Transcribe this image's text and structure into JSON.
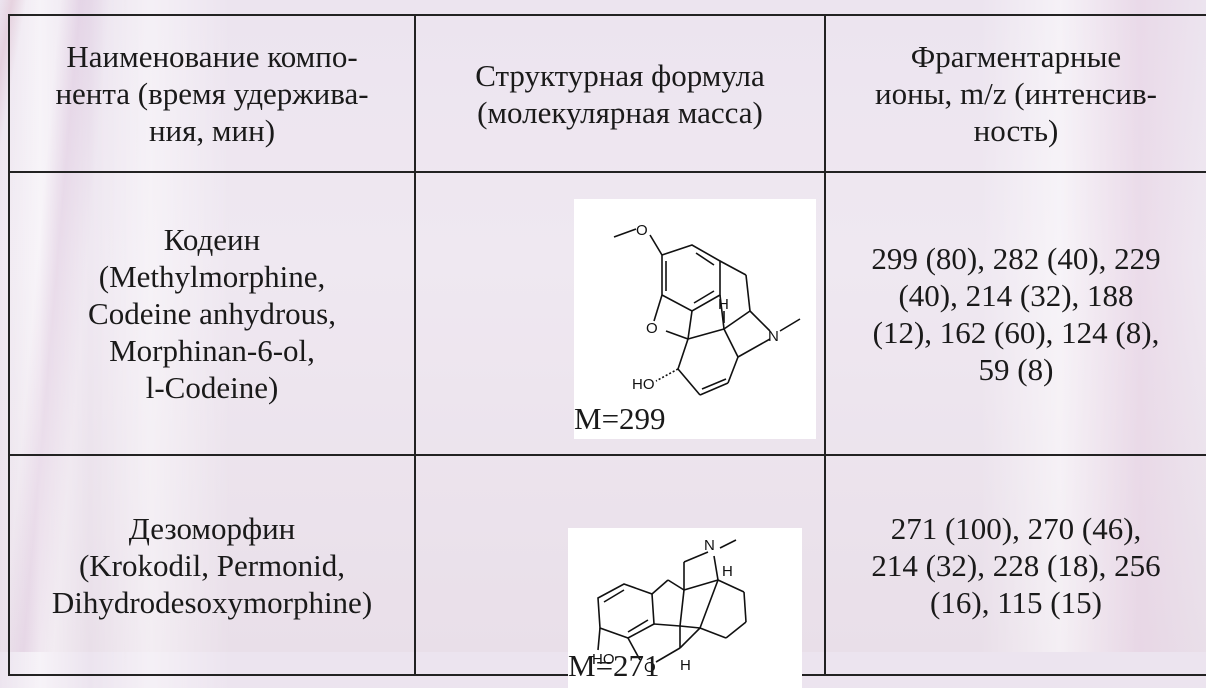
{
  "table": {
    "headers": [
      [
        "Наименование компо-",
        "нента (время удержива-",
        "ния, мин)"
      ],
      [
        "Структурная формула",
        "(молекулярная масса)"
      ],
      [
        "Фрагментарные",
        "ионы, m/z (интенсив-",
        "ность)"
      ]
    ],
    "rows": [
      {
        "name_lines": [
          "Кодеин",
          "(Methylmorphine,",
          "Codeine anhydrous,",
          "Morphinan-6-ol,",
          "l-Codeine)"
        ],
        "structure_icon": "codeine-structure",
        "mass": "M=299",
        "atoms": [
          "O",
          "O",
          "H",
          "N",
          "HO"
        ],
        "ion_lines": [
          "299 (80), 282 (40), 229",
          "(40), 214 (32), 188",
          "(12), 162 (60), 124 (8),",
          "59 (8)"
        ]
      },
      {
        "name_lines": [
          "Дезоморфин",
          "(Krokodil, Permonid,",
          "Dihydrodesoxymorphine)"
        ],
        "structure_icon": "desomorphine-structure",
        "mass": "M=271",
        "atoms": [
          "N",
          "H",
          "HO",
          "O",
          "H"
        ],
        "ion_lines": [
          "271 (100), 270 (46),",
          "214 (32), 228 (18), 256",
          "(16), 115 (15)"
        ]
      }
    ]
  }
}
